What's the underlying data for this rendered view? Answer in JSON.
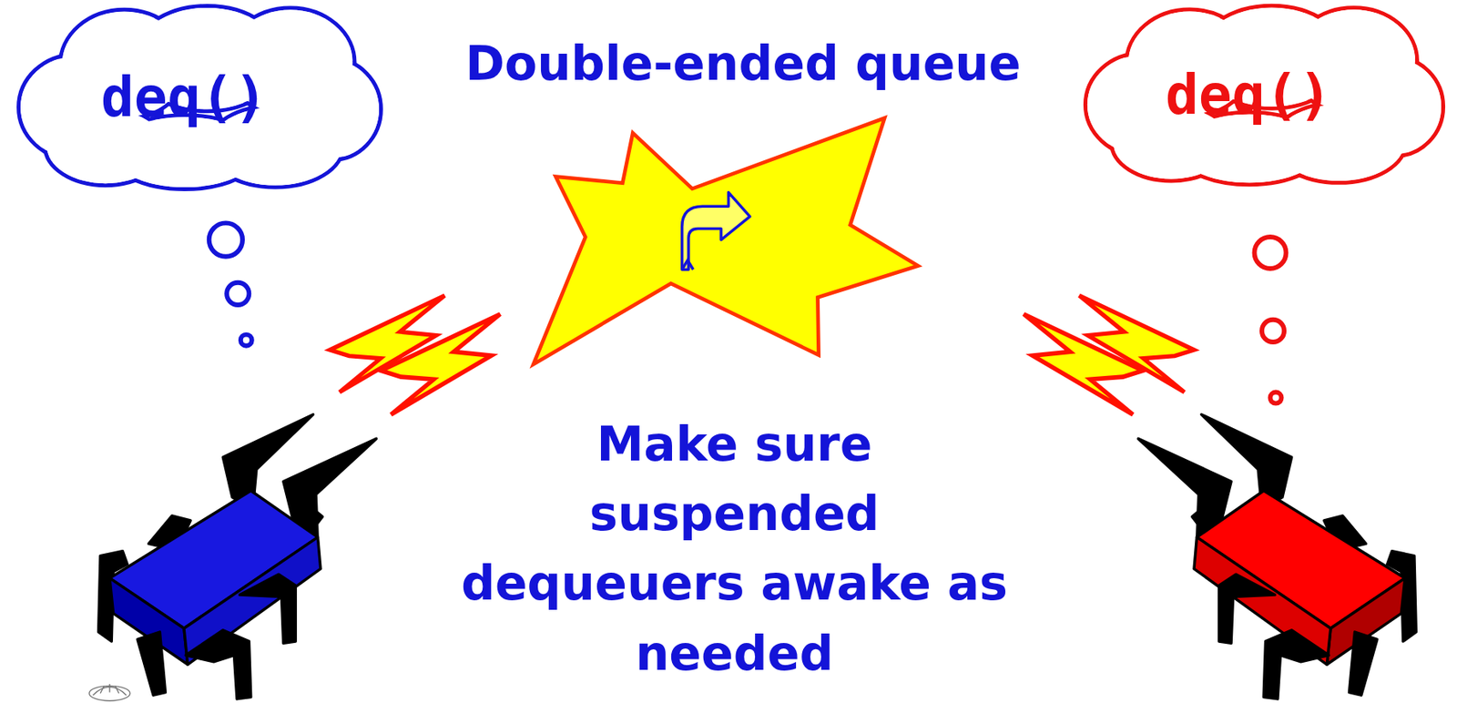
{
  "diagram": {
    "title": "Double-ended queue",
    "nodes": [
      {
        "text": [
          "deq()"
        ]
      },
      {
        "text": [
          "deq()"
        ]
      }
    ],
    "labels": [
      "Make sure suspended dequeuers awake as needed"
    ]
  }
}
